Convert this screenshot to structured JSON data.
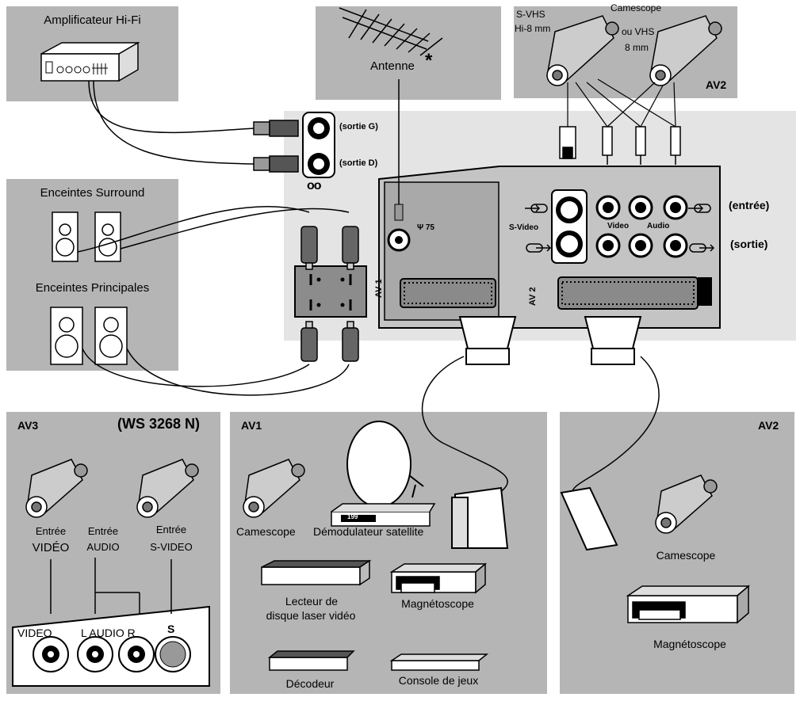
{
  "panels": {
    "amplifier": {
      "title": "Amplificateur Hi-Fi"
    },
    "antenna": {
      "title": "Antenne",
      "mark": "*"
    },
    "camcorders_top": {
      "svhs_line1": "S-VHS",
      "svhs_line2": "Hi-8 mm",
      "vhs_line1": "Camescope",
      "vhs_line2": "ou VHS",
      "vhs_line3": "8 mm",
      "tag": "AV2"
    },
    "speakers": {
      "surround": "Enceintes Surround",
      "main": "Enceintes Principales"
    },
    "audio_out": {
      "left": "(sortie G)",
      "right": "(sortie D)",
      "symbol": "oo"
    },
    "tv_back": {
      "antenna_label": "Ψ 75",
      "av1": "AV 1",
      "av2": "AV 2",
      "svideo": "S-Video",
      "video": "Video",
      "audio": "Audio",
      "input": "(entrée)",
      "output": "(sortie)"
    },
    "av3": {
      "tag": "AV3",
      "model": "(WS 3268 N)",
      "in_video_1": "Entrée",
      "in_video_2": "VIDÉO",
      "in_audio_1": "Entrée",
      "in_audio_2": "AUDIO",
      "in_svideo_1": "Entrée",
      "in_svideo_2": "S-VIDEO",
      "jack_video": "VIDEO",
      "jack_audio": "L AUDIO R",
      "jack_s": "S"
    },
    "av1": {
      "tag": "AV1",
      "camescope": "Camescope",
      "satellite": "Démodulateur satellite",
      "sat_display": "199",
      "laser_1": "Lecteur de",
      "laser_2": "disque laser vidéo",
      "vcr": "Magnétoscope",
      "decoder": "Décodeur",
      "console": "Console de jeux"
    },
    "av2_bottom": {
      "tag": "AV2",
      "camescope": "Camescope",
      "vcr": "Magnétoscope"
    }
  }
}
